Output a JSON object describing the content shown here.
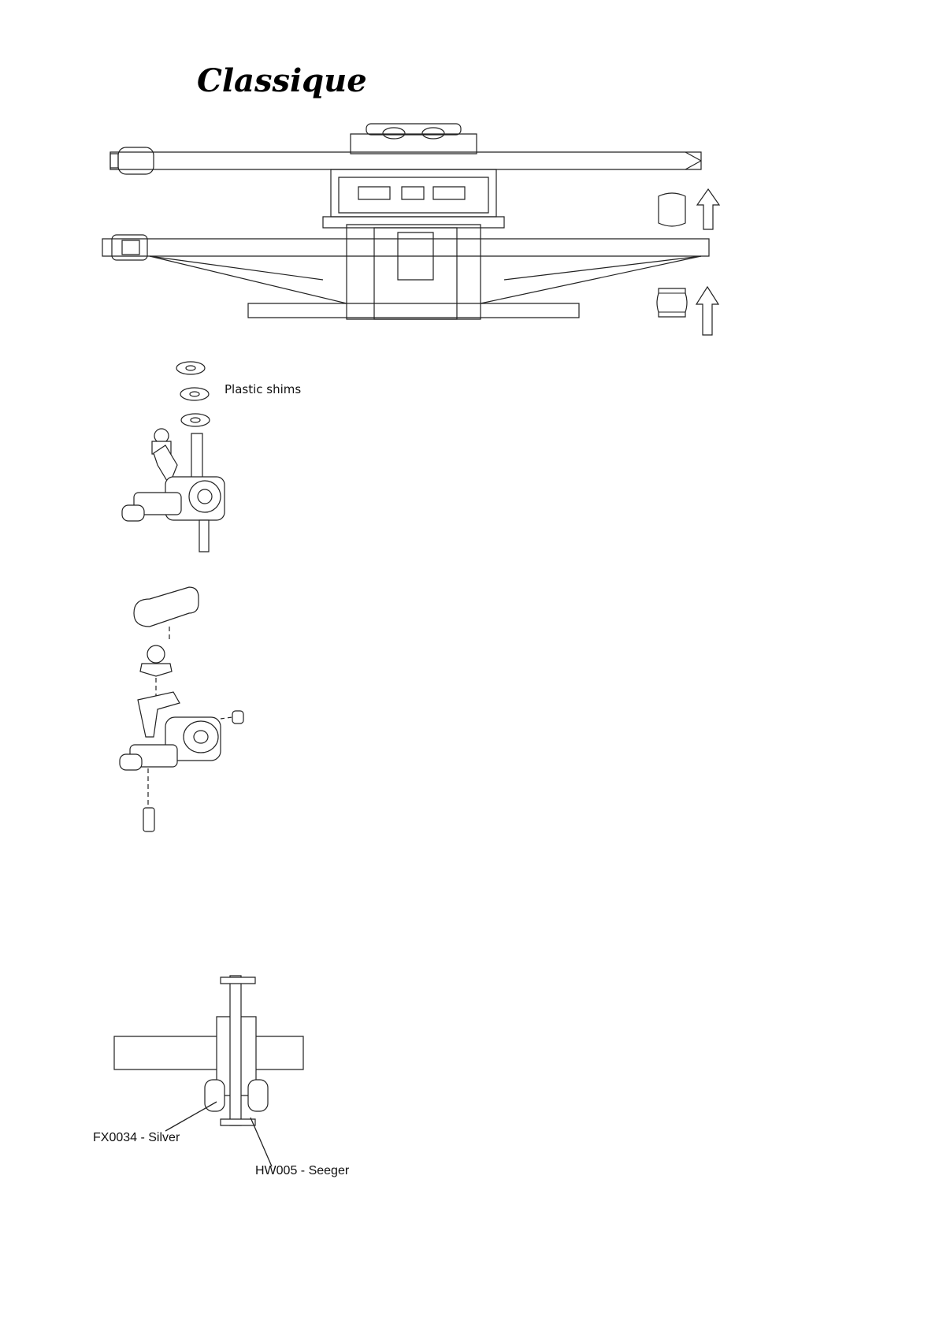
{
  "header": {
    "logo_text": "Classique"
  },
  "figures": {
    "steering_knuckle_shims": {
      "label": "Plastic shims"
    },
    "kingpin_detail": {
      "label_left": "FX0034 - Silver",
      "label_right": "HW005 - Seeger"
    }
  },
  "icons": [
    "up-arrow-icon",
    "up-arrow-icon",
    "ball-bushing-icon",
    "ball-bushing-icon"
  ]
}
